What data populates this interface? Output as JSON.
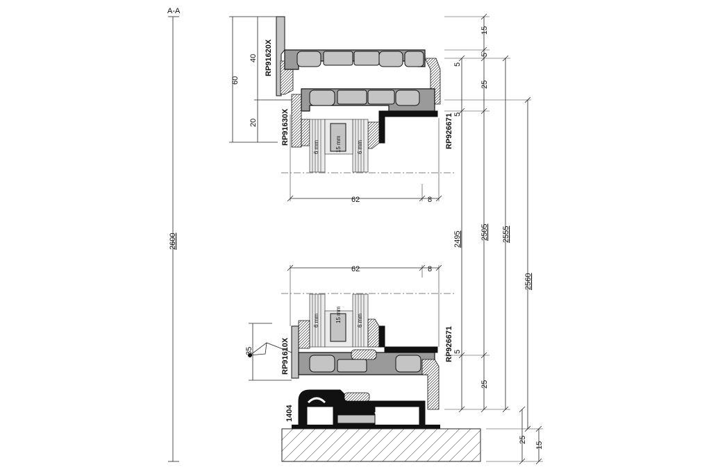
{
  "section_label": "A-A",
  "profiles": {
    "top_frame": "RP91620X",
    "top_sash": "RP91630X",
    "top_bead": "RP926671",
    "bottom_sash": "RP91610X",
    "bottom_bead": "RP926671",
    "threshold": "1404"
  },
  "glass_layers": {
    "pane_left": "6 mm",
    "spacer": "15 mm",
    "pane_right": "6 mm"
  },
  "dimensions": {
    "total_height": "2600",
    "top_left_60": "60",
    "top_left_40": "40",
    "top_left_20": "20",
    "top_width_62": "62",
    "top_width_8": "8",
    "bottom_width_62": "62",
    "bottom_width_8": "8",
    "bottom_left_35": "35",
    "right_15_top": "15",
    "right_5_a": "5",
    "right_5_b": "5",
    "right_25_top": "25",
    "right_5_c": "5",
    "chain_2495": "2495",
    "chain_2505": "2505",
    "chain_2555": "2555",
    "chain_2560": "2560",
    "right_5_d": "5",
    "right_25_bottom": "25",
    "right_25_floor": "25",
    "right_15_floor": "15"
  }
}
